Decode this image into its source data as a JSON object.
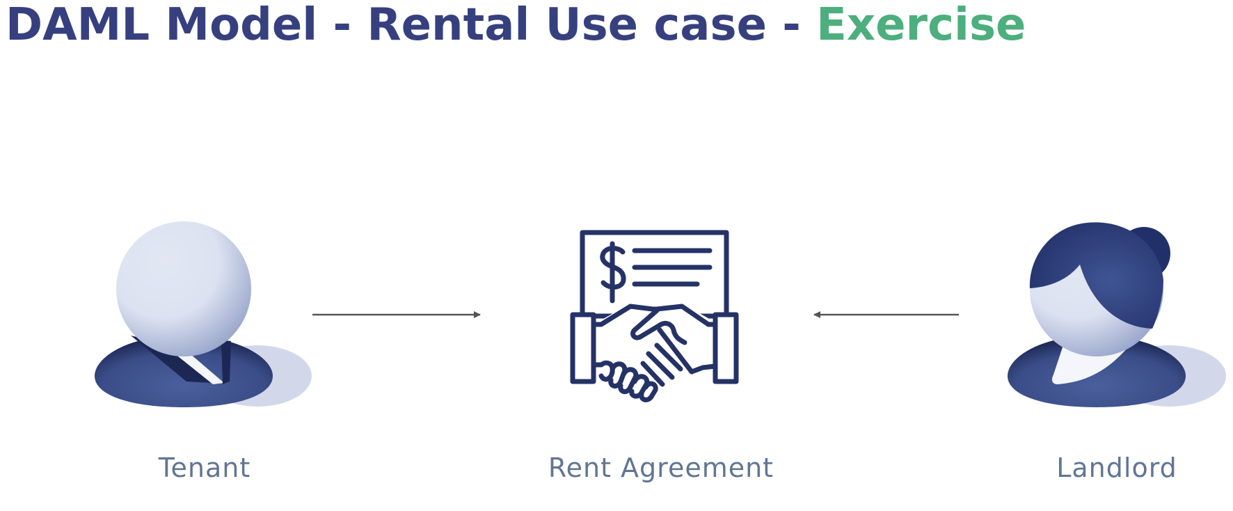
{
  "title": {
    "main": "DAML Model - Rental Use case - ",
    "accent": "Exercise"
  },
  "nodes": {
    "tenant": {
      "label": "Tenant",
      "icon": "tenant-person-icon"
    },
    "agreement": {
      "label": "Rent Agreement",
      "icon": "handshake-contract-icon"
    },
    "landlord": {
      "label": "Landlord",
      "icon": "landlord-person-icon"
    }
  },
  "colors": {
    "title": "#36407f",
    "accent": "#4caf7d",
    "label": "#617593",
    "icon_navy": "#243266",
    "arrow": "#555555"
  }
}
